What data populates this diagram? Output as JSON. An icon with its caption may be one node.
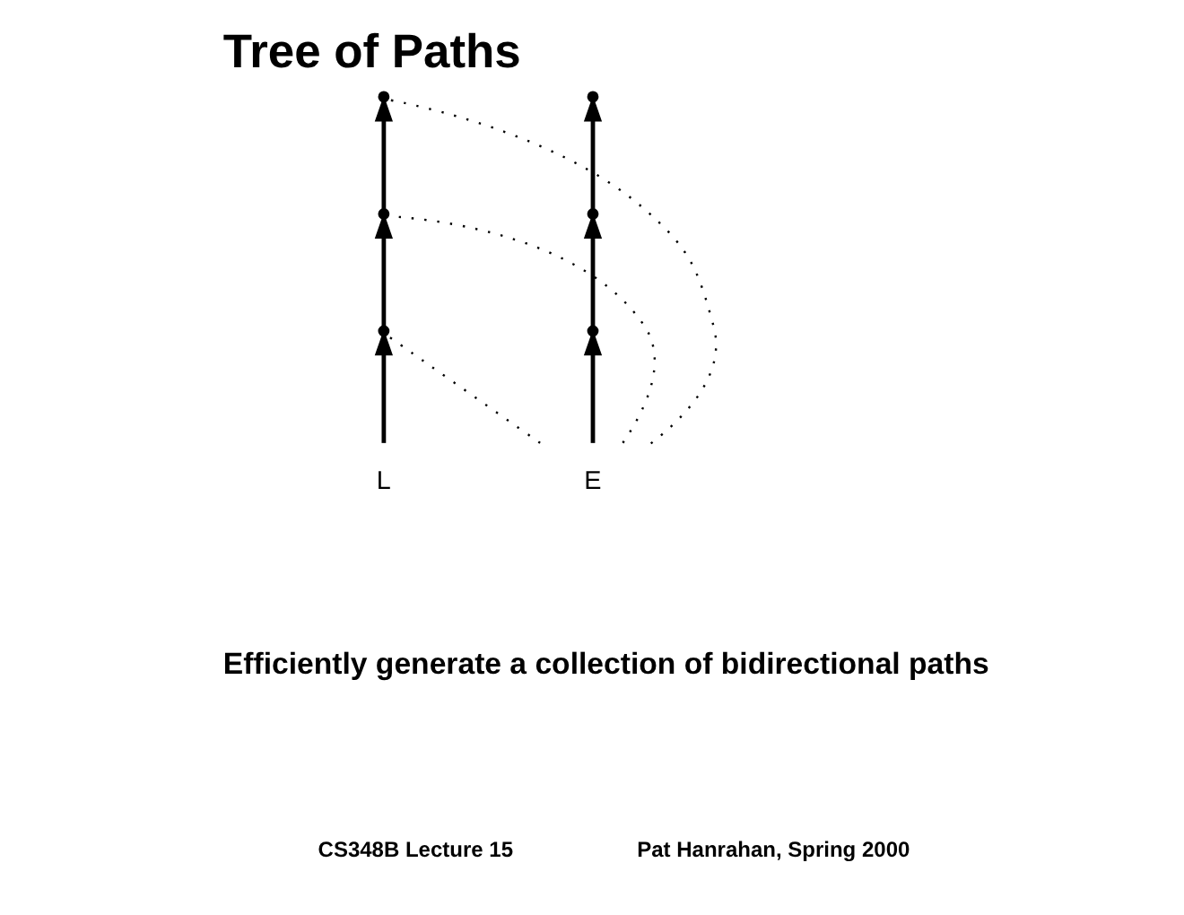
{
  "diagram": {
    "title": "Tree of Paths",
    "nodes": [
      {
        "text": [
          "E"
        ]
      },
      {
        "text": [
          "L"
        ]
      },
      {
        "text": [],
        "shape": "point"
      },
      {
        "text": [],
        "shape": "point"
      },
      {
        "text": [],
        "shape": "point"
      },
      {
        "text": [],
        "shape": "point"
      },
      {
        "text": [],
        "shape": "point"
      },
      {
        "text": [],
        "shape": "point"
      }
    ],
    "edges": [
      {
        "from": 0,
        "to": 2,
        "arrow": "to"
      },
      {
        "from": 2,
        "to": 3,
        "arrow": "to"
      },
      {
        "from": 3,
        "to": 4,
        "arrow": "to"
      },
      {
        "from": 1,
        "to": 5,
        "arrow": "to"
      },
      {
        "from": 5,
        "to": 6,
        "arrow": "to"
      },
      {
        "from": 6,
        "to": 7,
        "arrow": "to"
      },
      {
        "from": 0,
        "to": 7,
        "arrow": "none",
        "style": "dashed"
      },
      {
        "from": 0,
        "to": 6,
        "arrow": "none",
        "style": "dashed"
      },
      {
        "from": 0,
        "to": 5,
        "arrow": "none",
        "style": "dashed"
      }
    ],
    "labels": [
      "Efficiently generate a collection of bidirectional paths",
      "CS348B Lecture 15",
      "Pat Hanrahan, Spring 2000"
    ]
  }
}
